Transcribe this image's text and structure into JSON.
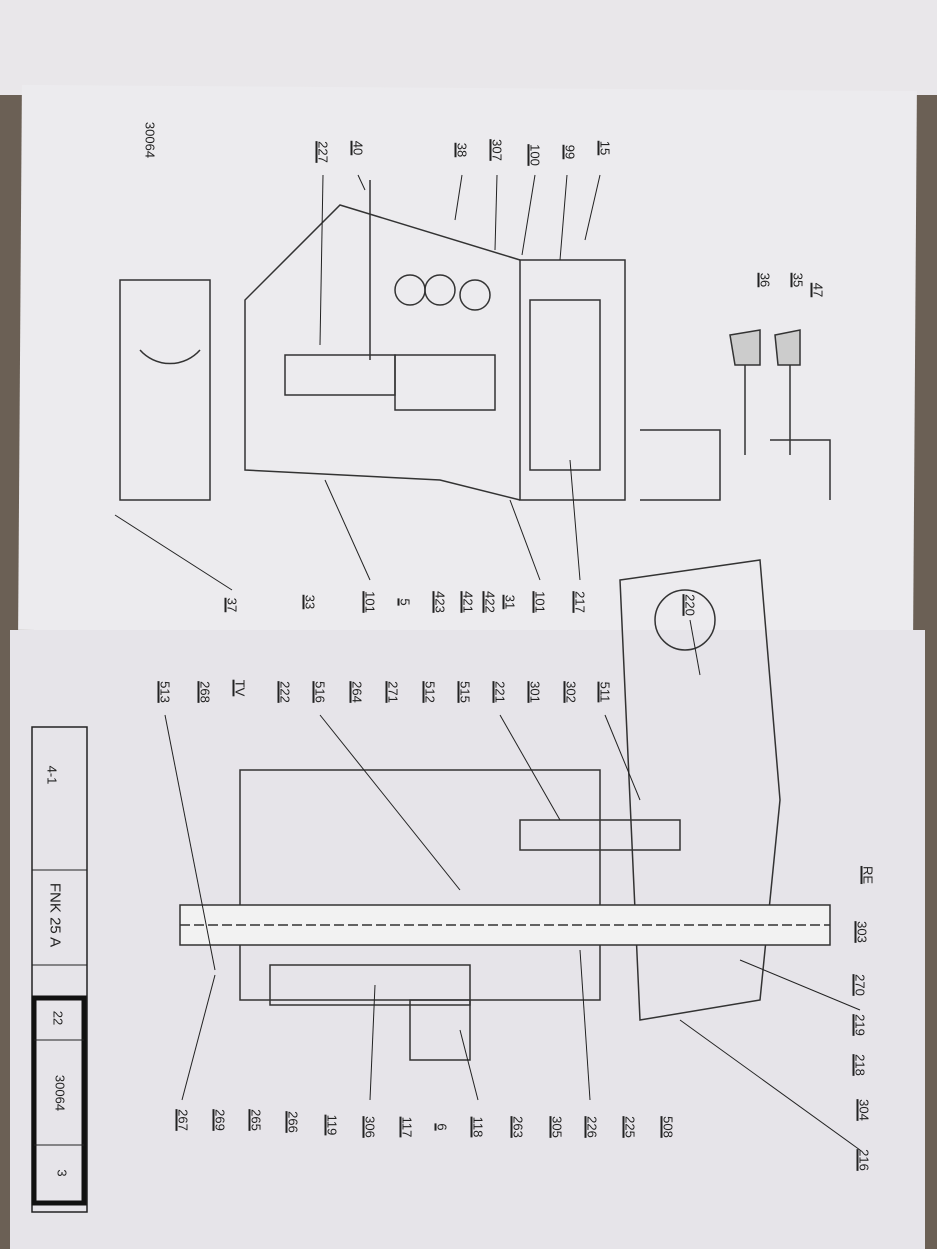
{
  "sheet_number_top": "30064",
  "upper_view": {
    "top_labels": [
      "15",
      "99",
      "100",
      "307",
      "38",
      "40",
      "227"
    ],
    "lever_labels": [
      "47",
      "35",
      "36"
    ],
    "bottom_labels": [
      "220",
      "217",
      "101",
      "31",
      "422",
      "421",
      "423",
      "5",
      "101",
      "33",
      "37"
    ]
  },
  "lower_view": {
    "top_labels": [
      "511",
      "302",
      "301",
      "221",
      "515",
      "512",
      "271",
      "264",
      "516",
      "222",
      "TV",
      "268",
      "513"
    ],
    "right_labels": [
      "RE",
      "303",
      "270",
      "219",
      "218",
      "304",
      "216"
    ],
    "bottom_labels": [
      "508",
      "225",
      "226",
      "305",
      "263",
      "118",
      "6",
      "117",
      "306",
      "119",
      "266",
      "265",
      "269",
      "267"
    ]
  },
  "title_block": {
    "figure": "4-1",
    "machine": "FNK 25 A",
    "page": "22",
    "drawing_no": "30064",
    "sheet": "3"
  }
}
